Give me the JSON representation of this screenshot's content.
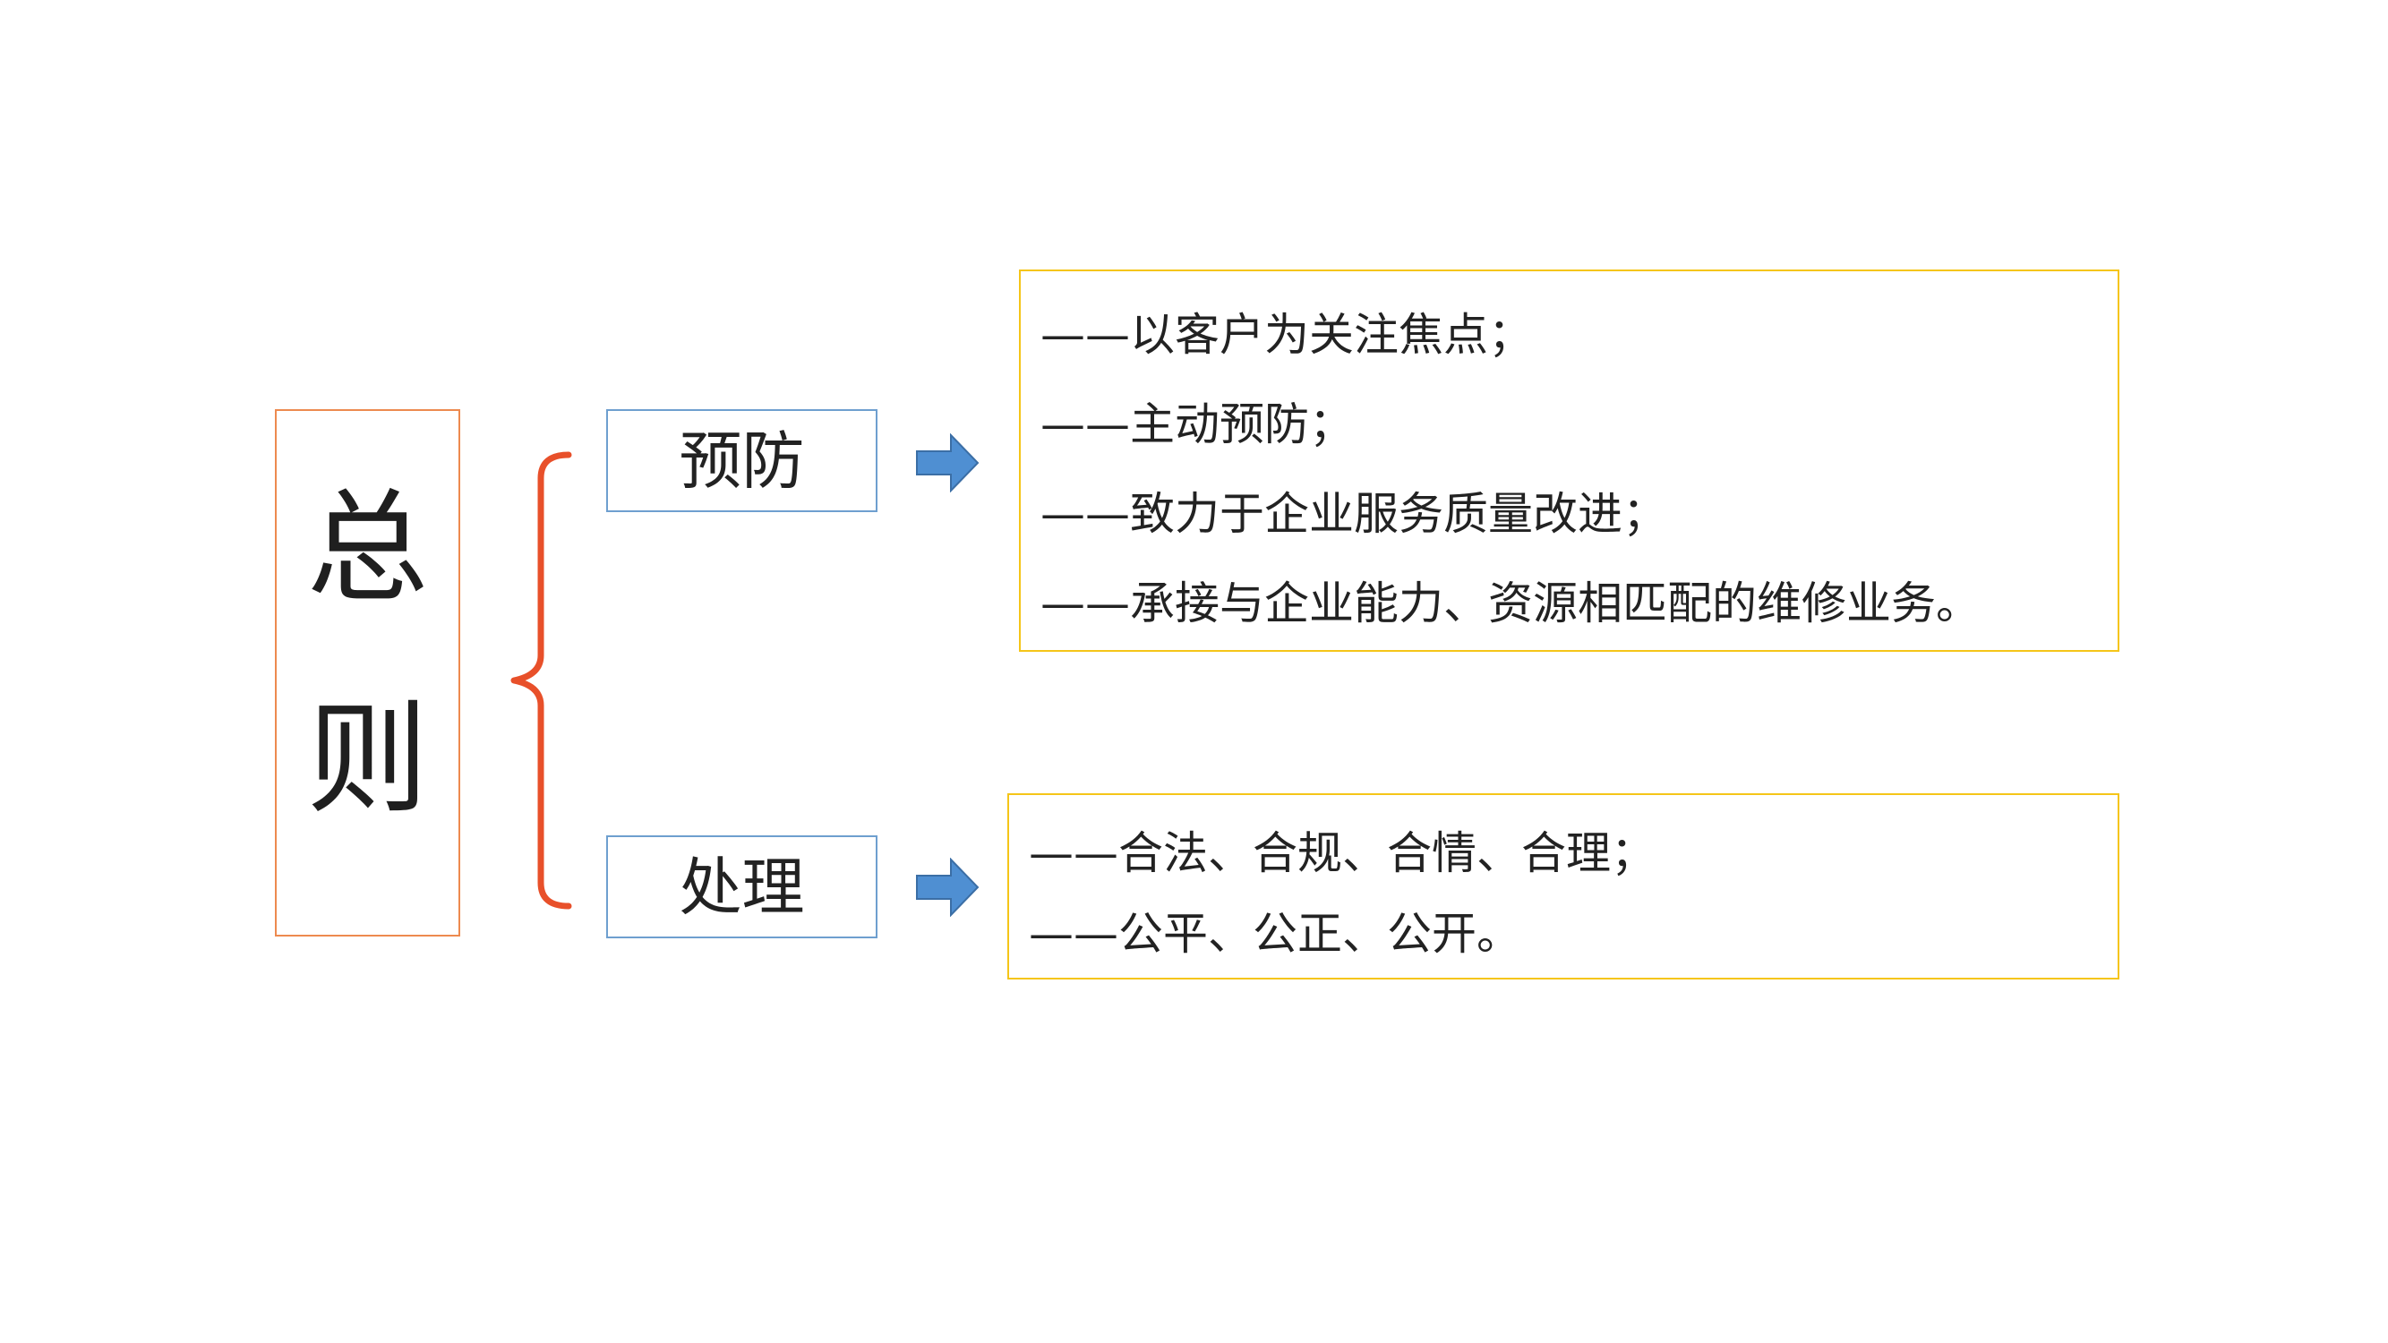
{
  "colors": {
    "title_border": "#ed8a4f",
    "brace": "#e8502a",
    "branch_border": "#6e9fcf",
    "arrow_fill": "#4f8fd2",
    "arrow_stroke": "#3b6ea5",
    "detail_border": "#f5c518"
  },
  "title": {
    "char1": "总",
    "char2": "则"
  },
  "branches": [
    {
      "label": "预防",
      "arrow_icon": "right-arrow-icon",
      "lines": [
        "——以客户为关注焦点；",
        "——主动预防；",
        "——致力于企业服务质量改进；",
        "——承接与企业能力、资源相匹配的维修业务。"
      ]
    },
    {
      "label": "处理",
      "arrow_icon": "right-arrow-icon",
      "lines": [
        "——合法、合规、合情、合理；",
        "——公平、公正、公开。"
      ]
    }
  ],
  "brace_icon": "curly-brace-icon"
}
